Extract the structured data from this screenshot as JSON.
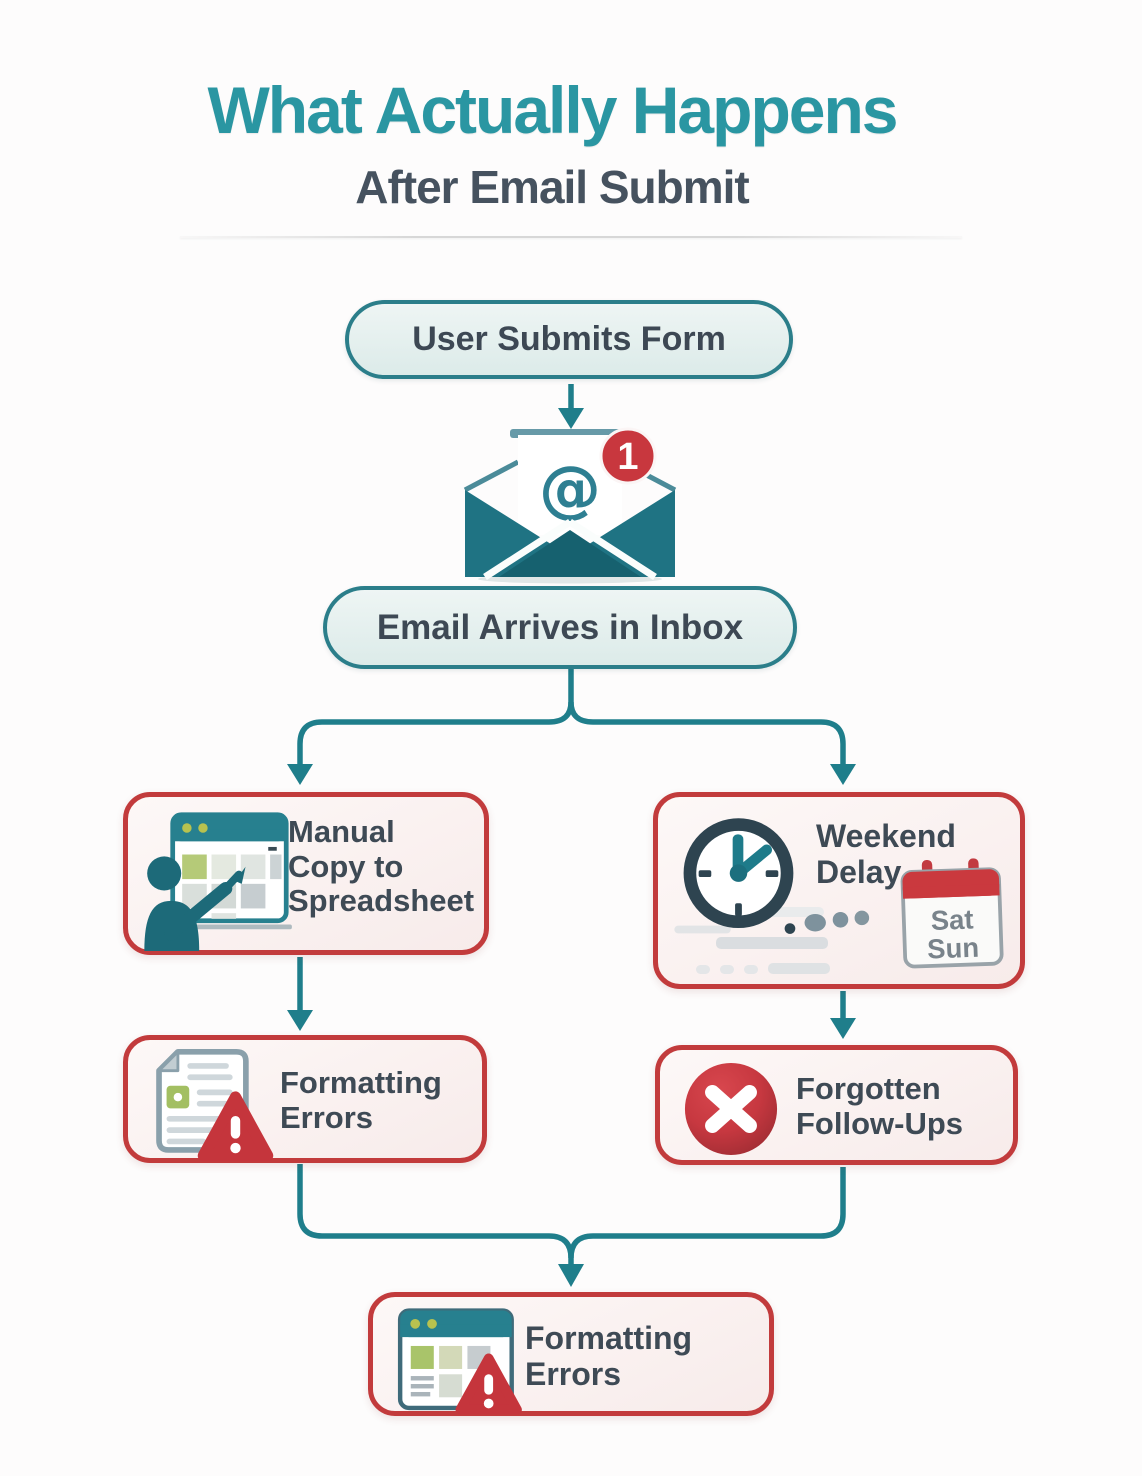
{
  "title": {
    "main": "What Actually Happens",
    "sub": "After Email Submit"
  },
  "nodes": {
    "submit": {
      "label": "User Submits Form"
    },
    "inbox": {
      "label": "Email Arrives in Inbox"
    },
    "manual_copy": {
      "line1": "Manual",
      "line2": "Copy to",
      "line3": "Spreadsheet"
    },
    "weekend_delay": {
      "line1": "Weekend",
      "line2": "Delay"
    },
    "formatting_errors_left": {
      "line1": "Formatting",
      "line2": "Errors"
    },
    "forgotten_followups": {
      "line1": "Forgotten",
      "line2": "Follow-Ups"
    },
    "formatting_errors_final": {
      "line1": "Formatting",
      "line2": "Errors"
    }
  },
  "email_icon": {
    "at_symbol": "@",
    "badge_count": "1"
  },
  "calendar_icon": {
    "day1": "Sat",
    "day2": "Sun"
  },
  "colors": {
    "teal_title": "#2a96a2",
    "teal_connector": "#1f7e8b",
    "teal_pill_border": "#2b7e8a",
    "pill_fill": "#e7f1f0",
    "slate_text": "#3e4a55",
    "red_border": "#c23b3c",
    "red_badge": "#c8373e",
    "box_fill": "#f9efee",
    "green_cell": "#b5ca78",
    "gray_icon": "#8aa0ab"
  }
}
